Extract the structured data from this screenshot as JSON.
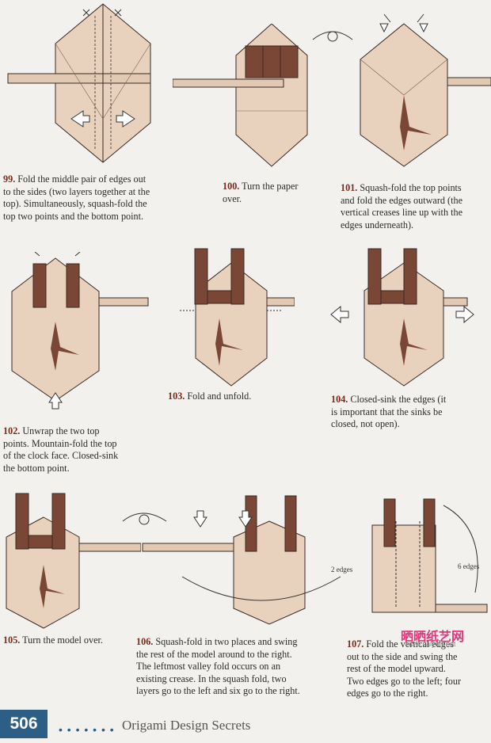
{
  "steps": [
    {
      "num": "99.",
      "text": "Fold the middle pair of edges out\nto the sides (two layers together at the\ntop). Simultaneously, squash-fold the\ntop two points and the bottom point."
    },
    {
      "num": "100.",
      "text": "Turn the paper\nover."
    },
    {
      "num": "101.",
      "text": "Squash-fold the top points\nand fold the edges outward (the\nvertical creases line up with the\nedges underneath)."
    },
    {
      "num": "102.",
      "text": "Unwrap the two top\npoints. Mountain-fold the top\nof the clock face. Closed-sink\nthe bottom point."
    },
    {
      "num": "103.",
      "text": "Fold and unfold."
    },
    {
      "num": "104.",
      "text": "Closed-sink the edges (it\nis important that the sinks be\nclosed, not open)."
    },
    {
      "num": "105.",
      "text": "Turn the model over."
    },
    {
      "num": "106.",
      "text": "Squash-fold in two places and swing\nthe rest of the model around to the right.\nThe leftmost valley fold occurs on an\nexisting crease. In the squash fold, two\nlayers go to the left and six go to the right."
    },
    {
      "num": "107.",
      "text": "Fold the vertical edges\nout to the side and swing the\nrest of the model upward.\nTwo edges go to the left; four\nedges go to the right."
    }
  ],
  "labels": {
    "two_edges": "2 edges",
    "six_edges": "6 edges"
  },
  "footer": {
    "page_number": "506",
    "dots": "• • • • • • •",
    "book_title": "Origami Design Secrets"
  },
  "watermark": {
    "text": "晒晒纸艺网",
    "url": "www.saiyaiy.net"
  },
  "colors": {
    "paper": "#e9d2bd",
    "brown": "#7a4636",
    "line": "#3a2a22",
    "accent": "#7a2a1a",
    "footer_bg": "#2d5f86"
  }
}
